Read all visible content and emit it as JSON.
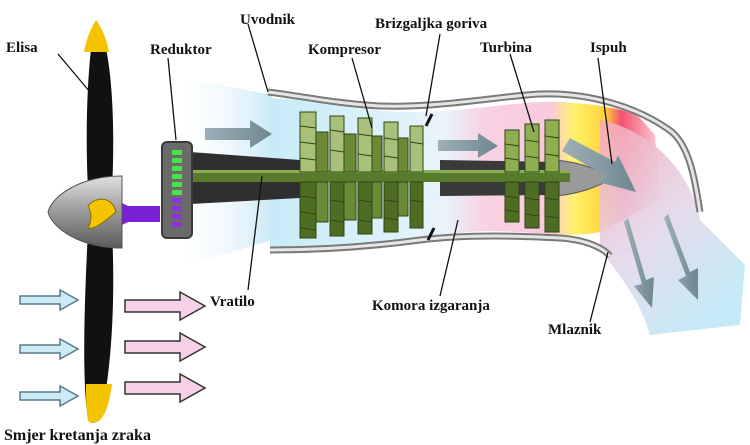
{
  "labels": {
    "elisa": "Elisa",
    "reduktor": "Reduktor",
    "uvodnik": "Uvodnik",
    "brizgaljka": "Brizgaljka goriva",
    "kompresor": "Kompresor",
    "turbina": "Turbina",
    "ispuh": "Ispuh",
    "vratilo": "Vratilo",
    "komora": "Komora izgaranja",
    "mlaznik": "Mlaznik",
    "smjer": "Smjer kretanja zraka"
  },
  "colors": {
    "intake_air": "#bfe6f5",
    "combustion": "#f7c6dc",
    "turbine_hot": "#ffe84a",
    "exhaust": "#f0607a",
    "blades": "#6f8f3a",
    "shaft": "#5a7a2e",
    "gearbox": "#6a6a6a",
    "propeller": "#111111",
    "prop_tip": "#f5c400",
    "link": "#7a1fd6"
  }
}
